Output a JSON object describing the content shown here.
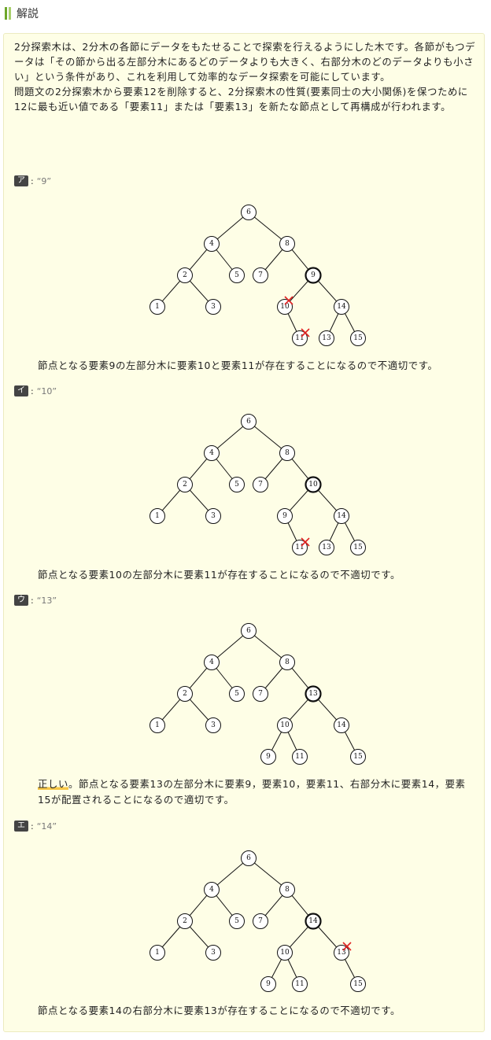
{
  "header": {
    "title": "解説"
  },
  "intro": [
    "2分探索木は、2分木の各節にデータをもたせることで探索を行えるようにした木です。各節がもつデータは「その節から出る左部分木にあるどのデータよりも大きく、右部分木のどのデータよりも小さい」という条件があり、これを利用して効率的なデータ探索を可能にしています。",
    "問題文の2分探索木から要素12を削除すると、2分探索木の性質(要素同士の大小関係)を保つために12に最も近い値である「要素11」または「要素13」を新たな節点として再構成が行われます。"
  ],
  "choices": [
    {
      "badge": "ア",
      "value": "“9”",
      "root": "9",
      "tree": {
        "n1": "6",
        "n2": "4",
        "n3": "8",
        "n4": "2",
        "n5": "5",
        "n6": "7",
        "n7": "9",
        "n8": "1",
        "n9": "3",
        "n10": "10",
        "n11": "14",
        "n12": "11",
        "n13": "13",
        "n14": "15"
      },
      "caption_highlight": "",
      "caption": "節点となる要素9の左部分木に要素10と要素11が存在することになるので不適切です。"
    },
    {
      "badge": "イ",
      "value": "“10”",
      "root": "10",
      "tree": {
        "n1": "6",
        "n2": "4",
        "n3": "8",
        "n4": "2",
        "n5": "5",
        "n6": "7",
        "n7": "10",
        "n8": "1",
        "n9": "3",
        "n10": "9",
        "n11": "14",
        "n12": "11",
        "n13": "13",
        "n14": "15"
      },
      "caption_highlight": "",
      "caption": "節点となる要素10の左部分木に要素11が存在することになるので不適切です。"
    },
    {
      "badge": "ウ",
      "value": "“13”",
      "root": "13",
      "tree": {
        "n1": "6",
        "n2": "4",
        "n3": "8",
        "n4": "2",
        "n5": "5",
        "n6": "7",
        "n7": "13",
        "n8": "1",
        "n9": "3",
        "n10": "10",
        "n11": "14",
        "n12": "9",
        "n13": "11",
        "n14": "15"
      },
      "caption_highlight": "正しい",
      "caption": "。節点となる要素13の左部分木に要素9，要素10，要素11、右部分木に要素14，要素15が配置されることになるので適切です。"
    },
    {
      "badge": "エ",
      "value": "“14”",
      "root": "14",
      "tree": {
        "n1": "6",
        "n2": "4",
        "n3": "8",
        "n4": "2",
        "n5": "5",
        "n6": "7",
        "n7": "14",
        "n8": "1",
        "n9": "3",
        "n10": "10",
        "n11": "13",
        "n12": "9",
        "n13": "11",
        "n14": "15"
      },
      "caption_highlight": "",
      "caption": "節点となる要素14の右部分木に要素13が存在することになるので不適切です。"
    }
  ]
}
